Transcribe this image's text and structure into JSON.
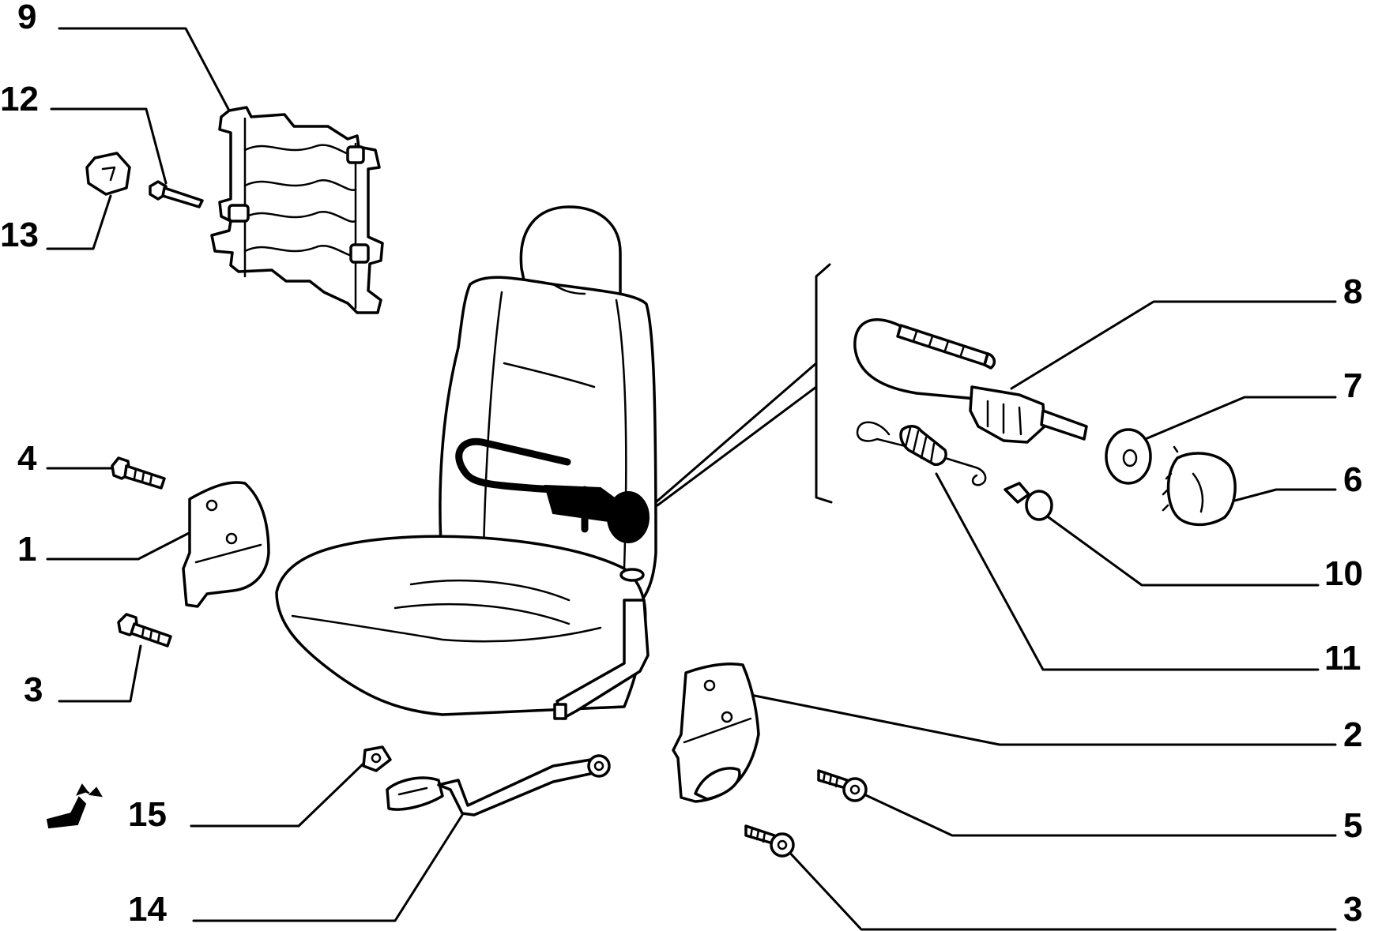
{
  "callouts": {
    "c9": "9",
    "c12": "12",
    "c13": "13",
    "c4": "4",
    "c1": "1",
    "c3_left": "3",
    "c15": "15",
    "c14": "14",
    "c8": "8",
    "c7": "7",
    "c6": "6",
    "c10": "10",
    "c11": "11",
    "c2": "2",
    "c5": "5",
    "c3_right": "3"
  },
  "icons": {
    "adjust_symbol": "seat-adjust-icon"
  }
}
